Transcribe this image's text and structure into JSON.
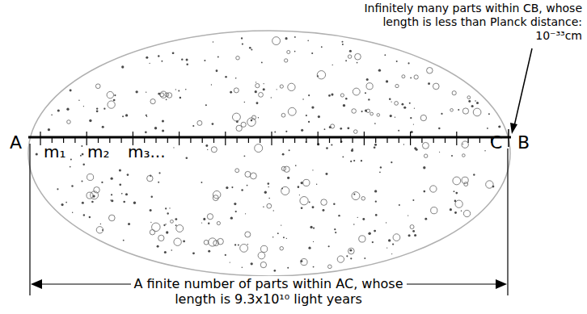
{
  "diagram": {
    "labels": [
      "Infinitely many parts within CB, whose length is less than Planck distance: 10⁻³³cm",
      "A",
      "m₁",
      "m₂",
      "m₃...",
      "C",
      "B",
      "A finite number of parts within AC, whose length is 9.3x10¹⁰ light years"
    ]
  }
}
